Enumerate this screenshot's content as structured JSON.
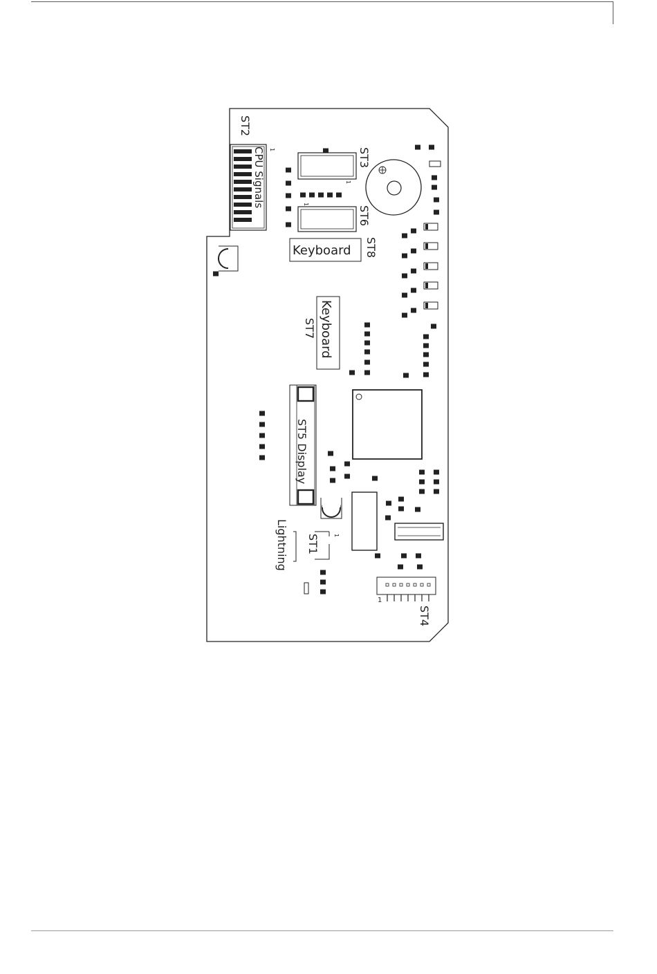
{
  "board": {
    "labels": {
      "st2": "ST2",
      "cpu_signals": "CPU Signals",
      "st3": "ST3",
      "st6": "ST6",
      "st8": "ST8",
      "keyboard_st8": "Keyboard",
      "keyboard_st7": "Keyboard",
      "st7": "ST7",
      "st5_display": "ST5 Display",
      "st1": "ST1",
      "lightning": "Lightning",
      "st4": "ST4",
      "pin1_st2": "1",
      "pin1_st3": "1",
      "pin1_st6": "1",
      "pin1_st1": "1",
      "pin1_st4": "1"
    }
  }
}
